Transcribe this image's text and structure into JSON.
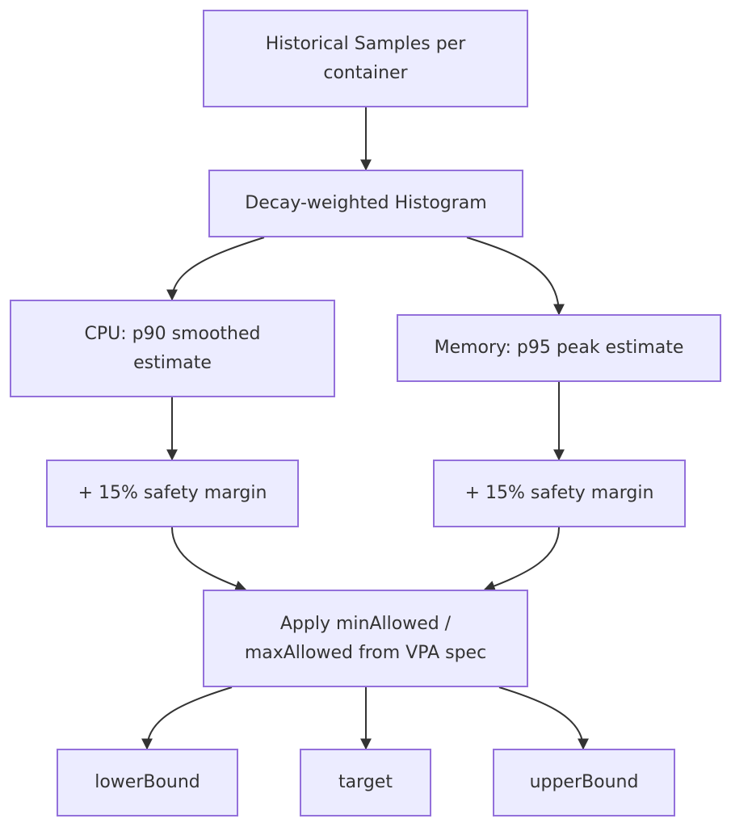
{
  "nodes": {
    "historical_samples": {
      "label": "Historical Samples per\ncontainer"
    },
    "decay_histogram": {
      "label": "Decay-weighted Histogram"
    },
    "cpu_estimate": {
      "label": "CPU: p90 smoothed\nestimate"
    },
    "memory_estimate": {
      "label": "Memory: p95 peak estimate"
    },
    "cpu_margin": {
      "label": "+ 15% safety margin"
    },
    "memory_margin": {
      "label": "+ 15% safety margin"
    },
    "apply_bounds": {
      "label": "Apply minAllowed /\nmaxAllowed from VPA spec"
    },
    "lower_bound": {
      "label": "lowerBound"
    },
    "target": {
      "label": "target"
    },
    "upper_bound": {
      "label": "upperBound"
    }
  },
  "colors": {
    "node_fill": "#ececff",
    "node_border": "#9370db",
    "edge": "#333333",
    "text": "#333333"
  }
}
